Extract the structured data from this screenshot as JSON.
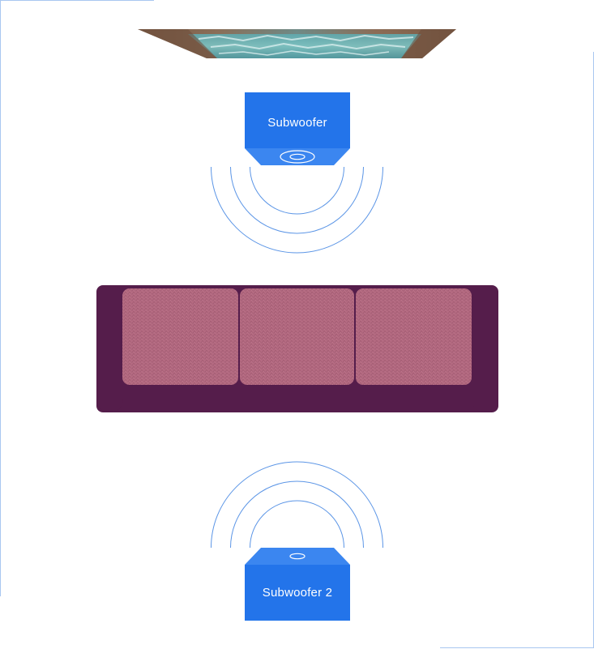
{
  "subwoofers": [
    {
      "label": "Subwoofer"
    },
    {
      "label": "Subwoofer 2"
    }
  ],
  "colors": {
    "speaker_blue": "#2374ea",
    "speaker_face": "#3b86f0",
    "sound_wave": "#5b95e6",
    "sofa_frame": "#551d4b",
    "cushion": "#b56b82",
    "frame_line": "#a9c7f0"
  },
  "icons": [
    "tv-image",
    "speaker-driver-icon",
    "sound-wave-icon",
    "sofa"
  ]
}
